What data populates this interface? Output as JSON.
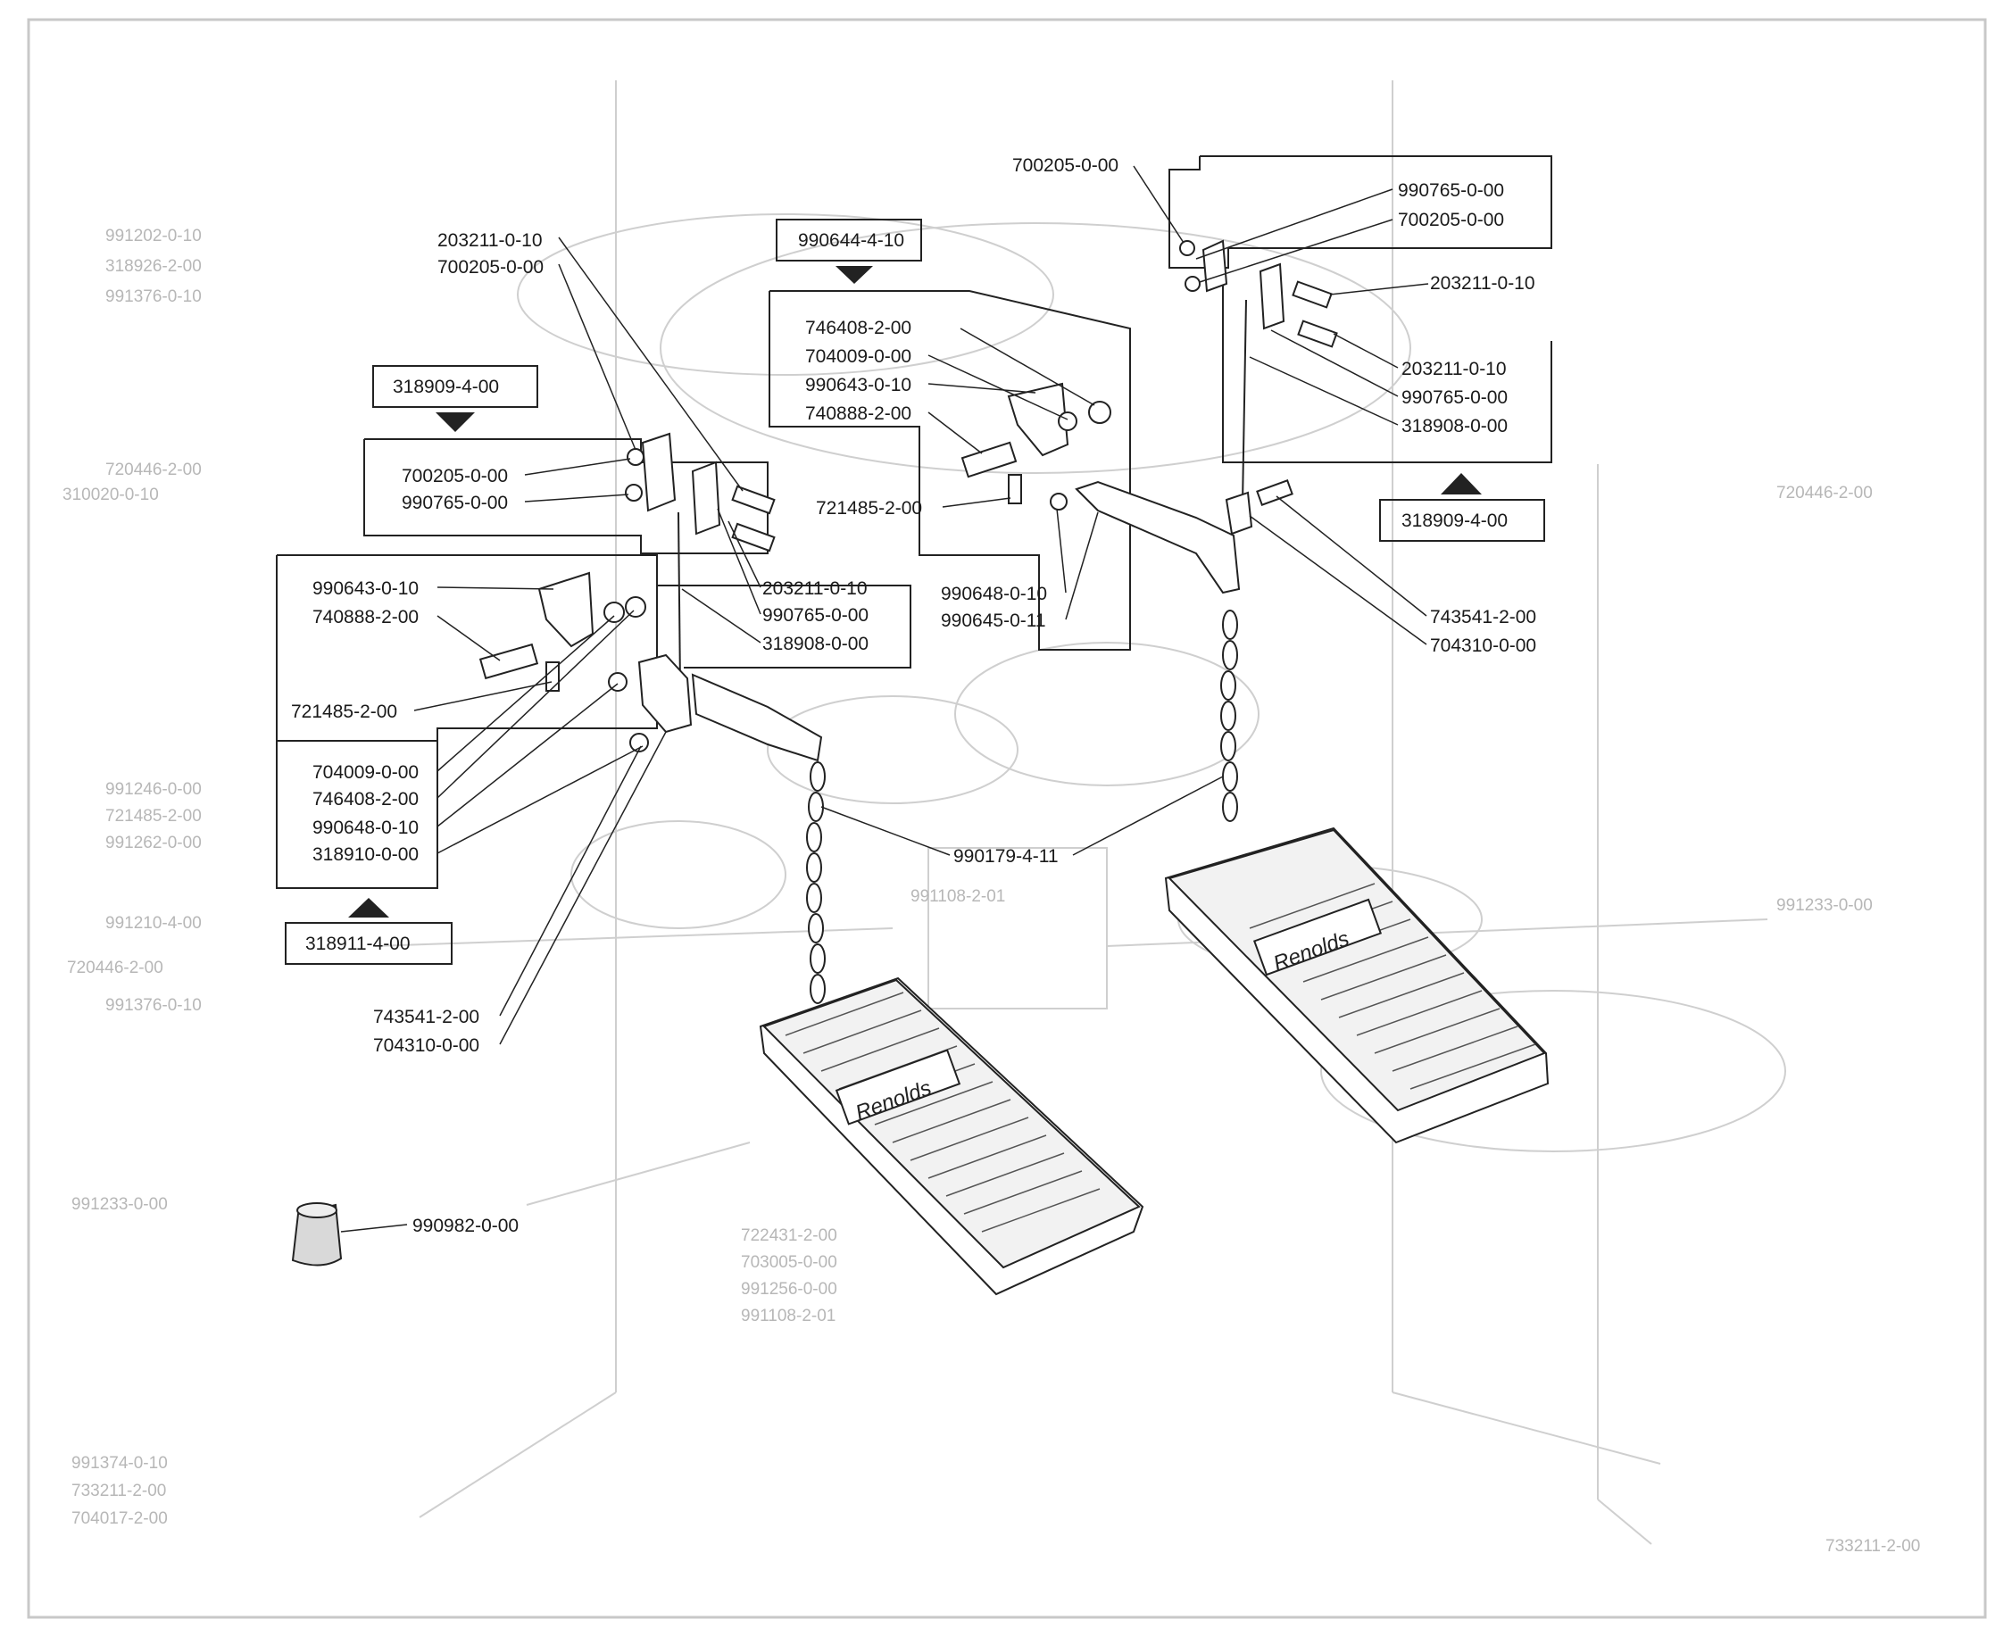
{
  "page_callouts": [
    "700205-0-00",
    "990765-0-00",
    "700205-0-00",
    "203211-0-10",
    "203211-0-10",
    "990765-0-00",
    "318908-0-00",
    "743541-2-00",
    "704310-0-00",
    "990644-4-10",
    "746408-2-00",
    "704009-0-00",
    "990643-0-10",
    "740888-2-00",
    "721485-2-00",
    "990648-0-10",
    "990645-0-11",
    "203211-0-10",
    "700205-0-00",
    "318909-4-00",
    "700205-0-00",
    "990765-0-00",
    "203211-0-10",
    "990765-0-00",
    "318908-0-00",
    "990643-0-10",
    "740888-2-00",
    "721485-2-00",
    "704009-0-00",
    "746408-2-00",
    "990648-0-10",
    "318910-0-00",
    "318911-4-00",
    "743541-2-00",
    "704310-0-00",
    "990179-4-11",
    "990982-0-00",
    "318909-4-00"
  ],
  "brand_mark": "Renolds",
  "ghost_labels": [
    "991202-0-10",
    "318926-2-00",
    "991376-0-10",
    "720446-2-00",
    "310020-0-10",
    "991246-0-00",
    "721485-2-00",
    "991262-0-00",
    "991210-4-00",
    "991376-0-10",
    "720446-2-00",
    "991233-0-00",
    "991108-2-01",
    "720446-2-00",
    "991233-0-00",
    "991374-0-10",
    "733211-2-00",
    "704017-2-00",
    "733211-2-00",
    "722431-2-00",
    "703005-0-00",
    "991256-0-00",
    "991108-2-01"
  ]
}
